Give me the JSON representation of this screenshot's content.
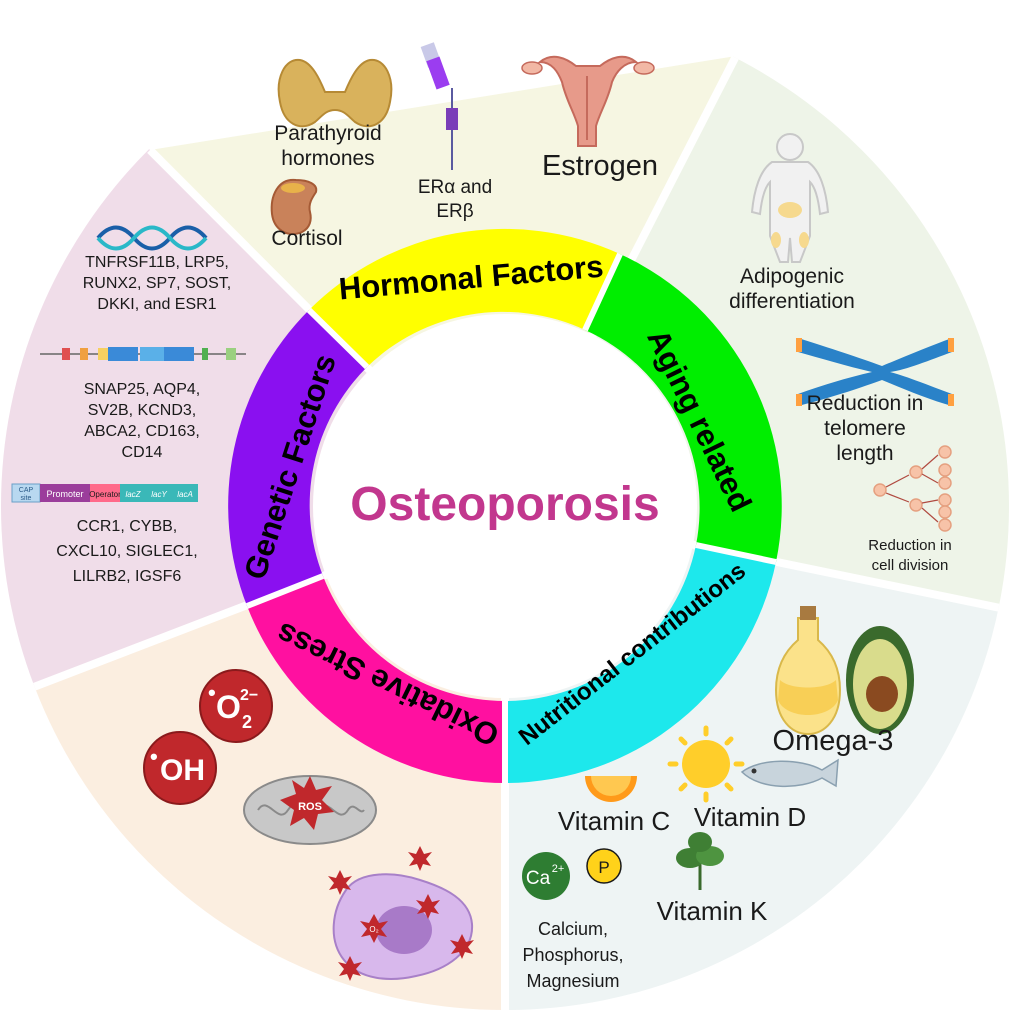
{
  "center": {
    "title": "Osteoporosis"
  },
  "segments": {
    "hormonal": "Hormonal Factors",
    "aging": "Aging related",
    "nutritional": "Nutritional contributions",
    "oxidative": "Oxidative Stress",
    "genetic": "Genetic Factors"
  },
  "hormonal": {
    "parathyroid_l1": "Parathyroid",
    "parathyroid_l2": "hormones",
    "cortisol": "Cortisol",
    "er_l1": "ERα and",
    "er_l2": "ERβ",
    "estrogen": "Estrogen"
  },
  "aging": {
    "adipo_l1": "Adipogenic",
    "adipo_l2": "differentiation",
    "telo_l1": "Reduction in",
    "telo_l2": "telomere",
    "telo_l3": "length",
    "cell_l1": "Reduction in",
    "cell_l2": "cell division"
  },
  "nutritional": {
    "omega": "Omega-3",
    "vitc": "Vitamin C",
    "vitd": "Vitamin D",
    "vitk": "Vitamin K",
    "ca_symbol": "Ca",
    "ca_charge": "2+",
    "p_symbol": "P",
    "min_l1": "Calcium,",
    "min_l2": "Phosphorus,",
    "min_l3": "Magnesium"
  },
  "oxidative": {
    "superoxide": "O",
    "superoxide_sub": "2",
    "superoxide_sup": "2−",
    "hydroxyl": "OH",
    "radical_dot": "•",
    "ros": "ROS",
    "small_o2": "O₂"
  },
  "genetic": {
    "g1_l1": "TNFRSF11B, LRP5,",
    "g1_l2": "RUNX2, SP7, SOST,",
    "g1_l3": "DKKI, and ESR1",
    "g2_l1": "SNAP25, AQP4,",
    "g2_l2": "SV2B, KCND3,",
    "g2_l3": "ABCA2, CD163,",
    "g2_l4": "CD14",
    "g3_l1": "CCR1, CYBB,",
    "g3_l2": "CXCL10, SIGLEC1,",
    "g3_l3": "LILRB2, IGSF6",
    "operon_cap": "CAP",
    "operon_site": "site",
    "operon_promoter": "Promoter",
    "operon_operator": "Operator",
    "operon_lacz": "lacZ",
    "operon_lacy": "lacY",
    "operon_laca": "lacA"
  },
  "colors": {
    "hormonal": "#ffff00",
    "aging": "#00ee00",
    "nutritional": "#1de8ec",
    "oxidative": "#ff10a0",
    "genetic": "#8a10f0",
    "title": "#c2378e"
  }
}
